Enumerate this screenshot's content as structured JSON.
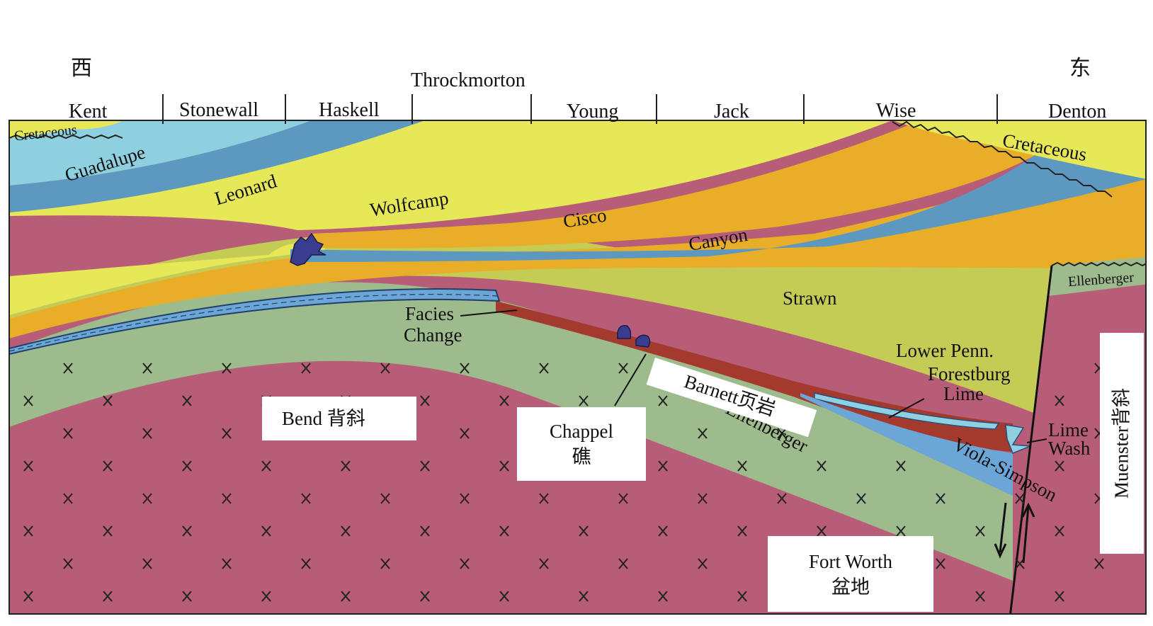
{
  "directions": {
    "west": "西",
    "east": "东"
  },
  "county_top": "Throckmorton",
  "counties": [
    "Kent",
    "Stonewall",
    "Haskell",
    "Young",
    "Jack",
    "Wise",
    "Denton"
  ],
  "units": {
    "cretaceous_left": "Cretaceous",
    "cretaceous_right": "Cretaceous",
    "guadalupe": "Guadalupe",
    "leonard": "Leonard",
    "wolfcamp": "Wolfcamp",
    "cisco": "Cisco",
    "canyon": "Canyon",
    "strawn": "Strawn",
    "ellenberger_right": "Ellenberger",
    "ellenberger_main": "Ellenberger",
    "lower_penn": "Lower Penn.",
    "forestburg_1": "Forestburg",
    "forestburg_2": "Lime",
    "lime_wash_1": "Lime",
    "lime_wash_2": "Wash",
    "viola_simpson": "Viola-Simpson",
    "facies_1": "Facies",
    "facies_2": "Change"
  },
  "callouts": {
    "barnett": "Barnett页岩",
    "bend": "Bend 背斜",
    "chappel_1": "Chappel",
    "chappel_2": "礁",
    "fortworth_1": "Fort Worth",
    "fortworth_2": "盆地",
    "muenster": "Muenster背斜"
  },
  "colors": {
    "basement": "#b85d78",
    "green": "#9dbb8d",
    "lightblue": "#8fd0e0",
    "blue": "#5d98c0",
    "yellow": "#e6e857",
    "orange": "#e8ae28",
    "olive": "#c5cc55",
    "red": "#a43a2e",
    "reef": "#3a3d8f"
  }
}
